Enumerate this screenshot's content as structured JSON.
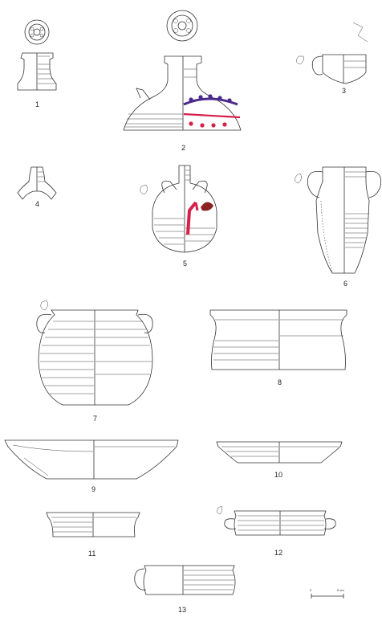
{
  "figure": {
    "labels": [
      "1",
      "2",
      "3",
      "4",
      "5",
      "6",
      "7",
      "8",
      "9",
      "10",
      "11",
      "12",
      "13"
    ],
    "scale_bar": {
      "start": "0",
      "end": "5 cm"
    },
    "colors": {
      "line": "#333333",
      "paint_purple": "#4b2a8c",
      "paint_red": "#d6204a",
      "paint_dark_red": "#8a2222"
    }
  }
}
